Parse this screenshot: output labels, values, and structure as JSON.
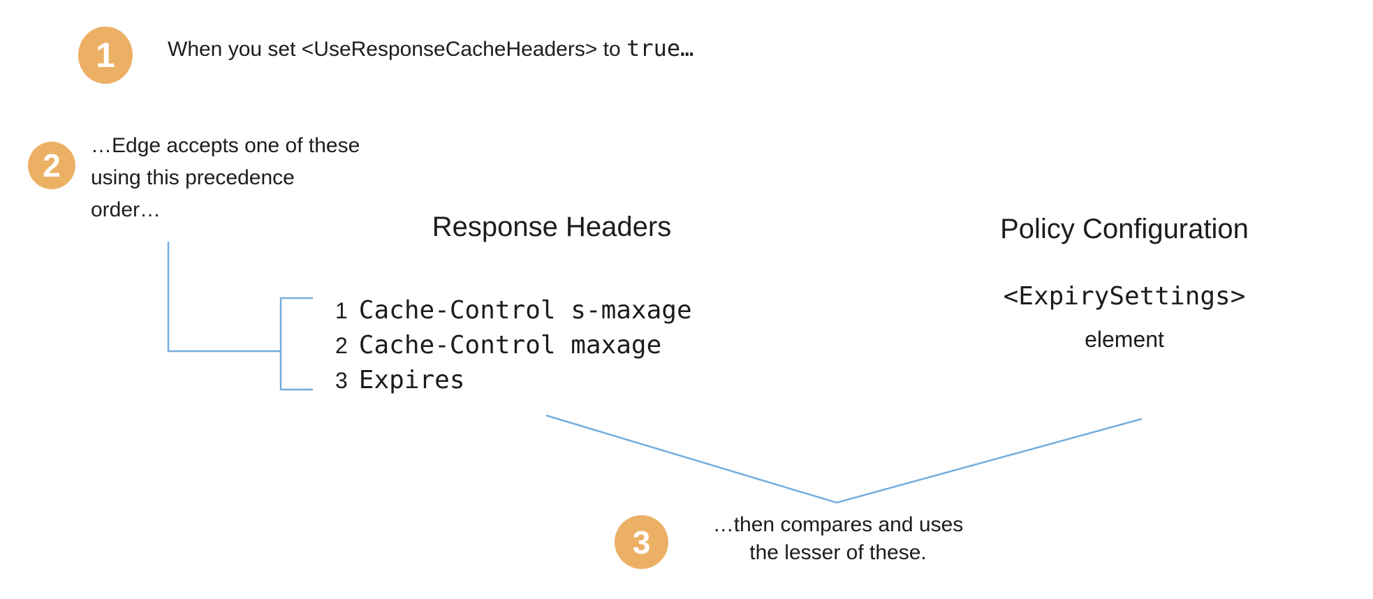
{
  "colors": {
    "accent_orange": "#ECB065",
    "connector_blue": "#75ADDC",
    "text_color": "#1C1C1C",
    "number_color": "#FFFFFF"
  },
  "steps": [
    {
      "number": "1",
      "prefix": "When you set <UseResponseCacheHeaders> to ",
      "code": "true…"
    },
    {
      "number": "2",
      "lines": [
        "…Edge accepts one of these",
        "using this precedence",
        "order…"
      ]
    },
    {
      "number": "3",
      "lines": [
        "…then compares and uses",
        "the lesser of these."
      ]
    }
  ],
  "response_headers": {
    "title": "Response Headers",
    "items": [
      {
        "rank": "1",
        "name": "Cache-Control s-maxage"
      },
      {
        "rank": "2",
        "name": "Cache-Control maxage"
      },
      {
        "rank": "3",
        "name": "Expires"
      }
    ]
  },
  "policy_configuration": {
    "title": "Policy Configuration",
    "element_code": "<ExpirySettings>",
    "element_label": "element"
  }
}
